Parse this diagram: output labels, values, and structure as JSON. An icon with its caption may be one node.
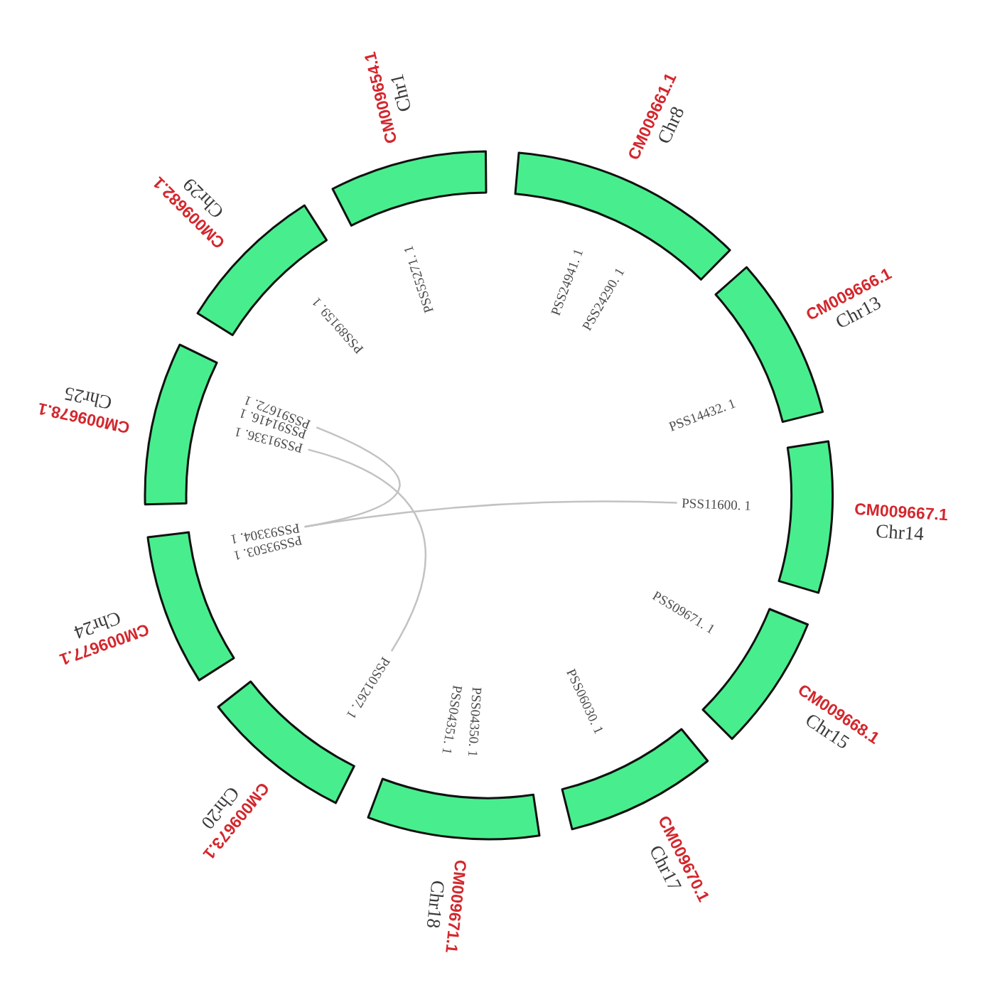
{
  "diagram": {
    "nodes": [
      {
        "text": [
          "CM009654.1",
          "Chr1"
        ]
      },
      {
        "text": [
          "CM009661.1",
          "Chr8"
        ]
      },
      {
        "text": [
          "CM009666.1",
          "Chr13"
        ]
      },
      {
        "text": [
          "CM009667.1",
          "Chr14"
        ]
      },
      {
        "text": [
          "CM009668.1",
          "Chr15"
        ]
      },
      {
        "text": [
          "CM009670.1",
          "Chr17"
        ]
      },
      {
        "text": [
          "CM009671.1",
          "Chr18"
        ]
      },
      {
        "text": [
          "CM009673.1",
          "Chr20"
        ]
      },
      {
        "text": [
          "CM009677.1",
          "Chr24"
        ]
      },
      {
        "text": [
          "CM009678.1",
          "Chr25"
        ]
      },
      {
        "text": [
          "CM009682.1",
          "Chr29"
        ]
      },
      {
        "text": [
          "PSS11600. 1"
        ]
      },
      {
        "text": [
          "PSS01267. 1"
        ]
      },
      {
        "text": [
          "PSS93304. 1"
        ]
      },
      {
        "text": [
          "PSS91336. 1"
        ]
      },
      {
        "text": [
          "PSS91672. 1"
        ]
      }
    ],
    "edges": [
      {
        "from": 15,
        "to": 13,
        "arrow": "none"
      },
      {
        "from": 14,
        "to": 12,
        "arrow": "none"
      },
      {
        "from": 13,
        "to": 11,
        "arrow": "none"
      }
    ],
    "labels": [
      "PSS55271. 1",
      "PSS24941. 1",
      "PSS24290. 1",
      "PSS14432. 1",
      "PSS09671. 1",
      "PSS06030. 1",
      "PSS04350. 1",
      "PSS04351. 1",
      "PSS93503. 1",
      "PSS91416. 1",
      "PSS89159. 1"
    ]
  }
}
